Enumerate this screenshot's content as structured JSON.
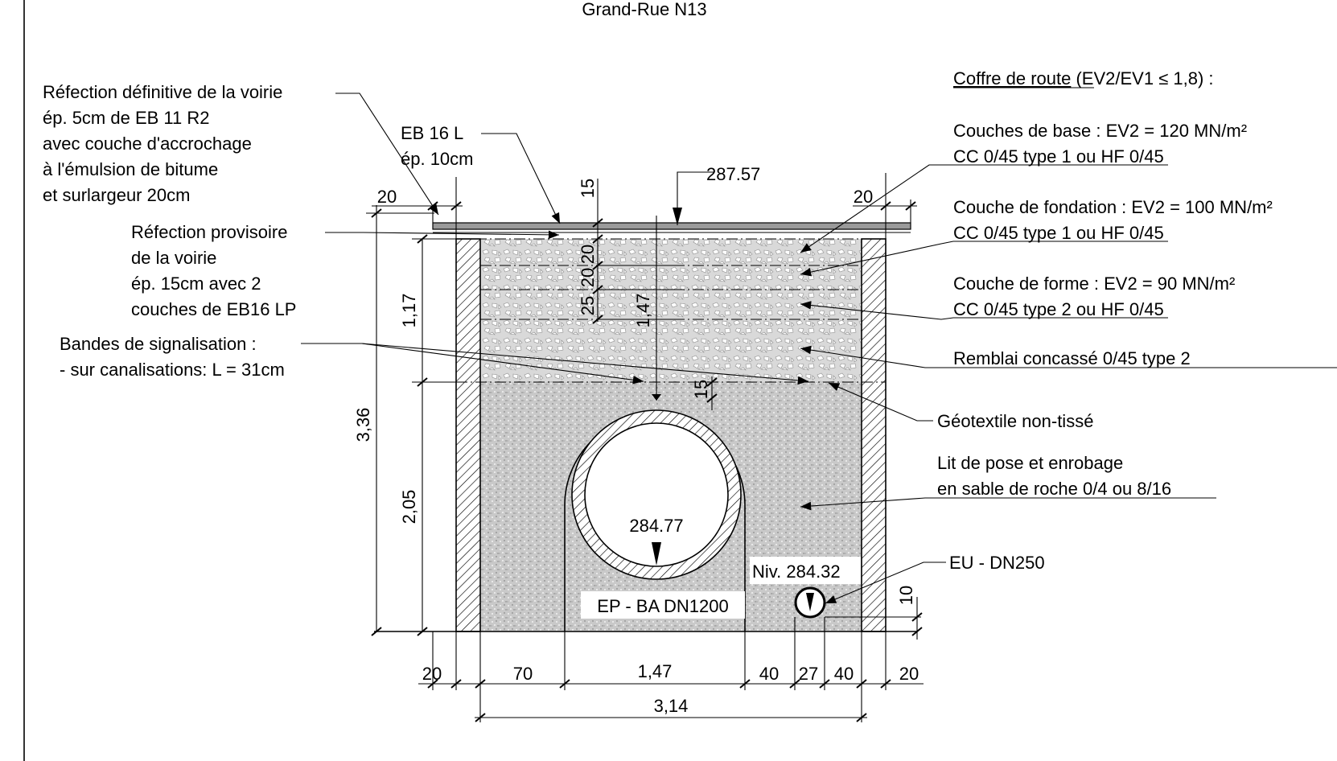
{
  "title": "Grand-Rue N13",
  "labels": {
    "refection_definitive": [
      "Réfection définitive de la voirie",
      "ép. 5cm de EB 11 R2",
      "avec  couche d'accrochage",
      "à l'émulsion de bitume",
      "et surlargeur 20cm"
    ],
    "eb16l": [
      "EB 16 L",
      "ép. 10cm"
    ],
    "refection_provisoire": [
      "Réfection provisoire",
      "de la voirie",
      "ép. 15cm avec 2",
      "couches de EB16 LP"
    ],
    "bandes": [
      "Bandes de signalisation :",
      "- sur canalisations: L = 31cm"
    ],
    "coffre_title": "Coffre de route",
    "coffre_suffix": " (EV2/EV1 ≤ 1,8) :",
    "couches_base": [
      "Couches de base : EV2 = 120 MN/m²",
      "CC 0/45 type 1 ou HF 0/45"
    ],
    "couche_fondation": [
      "Couche de fondation : EV2 = 100 MN/m²",
      "CC 0/45 type 1 ou HF 0/45"
    ],
    "couche_forme": [
      "Couche de forme : EV2 = 90 MN/m²",
      "CC 0/45 type 2 ou HF 0/45"
    ],
    "remblai": "Remblai concassé 0/45 type 2",
    "geotextile": "Géotextile non-tissé",
    "lit_pose": [
      "Lit de pose et enrobage",
      "en sable de roche 0/4 ou 8/16"
    ],
    "eu": "EU - DN250",
    "niv": "Niv. 284.32",
    "ep": "EP - BA DN1200",
    "level_pipe": "284.77",
    "level_top": "287.57"
  },
  "dims": {
    "d20_left_top": "20",
    "d20_right_top": "20",
    "d15_top": "15",
    "d20a": "20",
    "d20b": "20",
    "d25": "25",
    "d147_vertical": "1,47",
    "d117": "1,17",
    "d336": "3,36",
    "d205": "2,05",
    "d15_pipe": "15",
    "d10": "10",
    "b20_left": "20",
    "b70": "70",
    "b147": "1,47",
    "b40a": "40",
    "b27": "27",
    "b40b": "40",
    "b20_right": "20",
    "b314": "3,14"
  },
  "colors": {
    "ink": "#000000",
    "gravel": "#d6d6d6",
    "sand": "#cfcfcf",
    "road": "#9a9a9a"
  }
}
